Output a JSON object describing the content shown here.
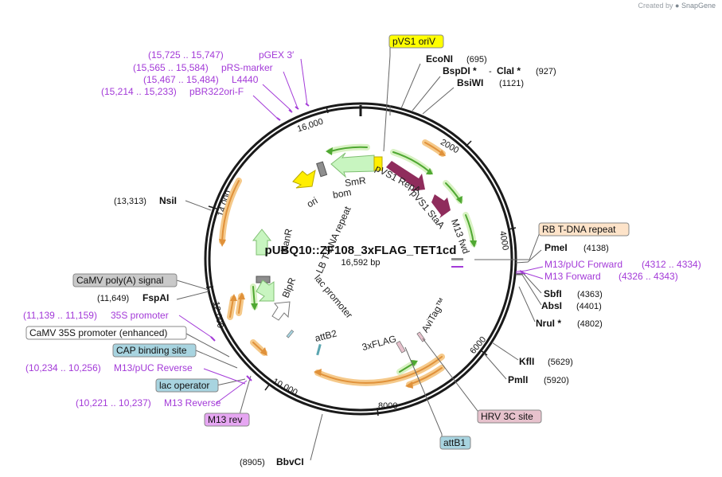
{
  "credit": {
    "prefix": "Created by",
    "brand": "SnapGene"
  },
  "plasmid": {
    "name": "pUBQ10::ZF108_3xFLAG_TET1cd",
    "size": "16,592 bp"
  },
  "ticks": [
    "2000",
    "4000",
    "6000",
    "8000",
    "10,000",
    "12,000",
    "14,000",
    "16,000"
  ],
  "features": {
    "pvs1_oriv": "pVS1 oriV",
    "smr": "SmR",
    "bom": "bom",
    "ori": "ori",
    "pvs1_repa": "pVS1 RepA",
    "pvs1_staa": "pVS1 StaA",
    "m13_fwd": "M13 fwd",
    "kanr": "KanR",
    "lb": "LB T-DNA repeat",
    "blpr": "BlpR",
    "lac_promoter": "lac promoter",
    "attb2": "attB2",
    "flag": "3xFLAG",
    "avitag": "AviTag™"
  },
  "boxed_labels": {
    "pvs1_oriv": "pVS1 oriV",
    "rb": "RB T-DNA repeat",
    "camv_polya": "CaMV poly(A) signal",
    "camv_35s_enh": "CaMV 35S promoter (enhanced)",
    "cap": "CAP binding site",
    "lac_operator": "lac operator",
    "m13_rev": "M13 rev",
    "hrv": "HRV 3C site",
    "attb1": "attB1"
  },
  "enzymes": {
    "econi": {
      "name": "EcoNI",
      "pos": "(695)"
    },
    "bspdi": {
      "name": "BspDI *",
      "sep": "-",
      "name2": "ClaI *",
      "pos": "(927)"
    },
    "bsiwi": {
      "name": "BsiWI",
      "pos": "(1121)"
    },
    "pmei": {
      "name": "PmeI",
      "pos": "(4138)"
    },
    "sbfi": {
      "name": "SbfI",
      "pos": "(4363)"
    },
    "absi": {
      "name": "AbsI",
      "pos": "(4401)"
    },
    "nrui": {
      "name": "NruI *",
      "pos": "(4802)"
    },
    "kfli": {
      "name": "KflI",
      "pos": "(5629)"
    },
    "pmli": {
      "name": "PmlI",
      "pos": "(5920)"
    },
    "bbvci": {
      "name": "BbvCI",
      "pos": "(8905)"
    },
    "nsii": {
      "name": "NsiI",
      "pos": "(13,313)"
    },
    "fspai": {
      "name": "FspAI",
      "pos": "(11,649)"
    }
  },
  "primers": {
    "pgex3": {
      "range": "(15,725 .. 15,747)",
      "name": "pGEX 3′"
    },
    "prs": {
      "range": "(15,565 .. 15,584)",
      "name": "pRS-marker"
    },
    "l4440": {
      "range": "(15,467 .. 15,484)",
      "name": "L4440"
    },
    "pbr322": {
      "range": "(15,214 .. 15,233)",
      "name": "pBR322ori-F"
    },
    "m13puc_fwd": {
      "name": "M13/pUC Forward",
      "range": "(4312 .. 4334)"
    },
    "m13_forward": {
      "name": "M13 Forward",
      "range": "(4326 .. 4343)"
    },
    "p35s": {
      "range": "(11,139 .. 11,159)",
      "name": "35S promoter"
    },
    "m13puc_rev": {
      "range": "(10,234 .. 10,256)",
      "name": "M13/pUC Reverse"
    },
    "m13_reverse": {
      "range": "(10,221 .. 10,237)",
      "name": "M13 Reverse"
    }
  },
  "colors": {
    "backbone": "#1a1a1a",
    "orange": "#f5c98a",
    "orange_line": "#e0913a",
    "green": "#4fa832",
    "green_halo": "#d9f2c4",
    "maroon": "#8f2c5c",
    "yellow": "#ffee00",
    "light_green": "#c8f5c0",
    "gray": "#8e8e8e",
    "primer": "#a33ad8",
    "box_yellow": "#ffff00",
    "box_peach": "#fde3c9",
    "box_gray": "#c9c9c9",
    "box_blue": "#a8d4e0",
    "box_violet": "#e6a6f2",
    "box_pink": "#e7c2cd"
  }
}
